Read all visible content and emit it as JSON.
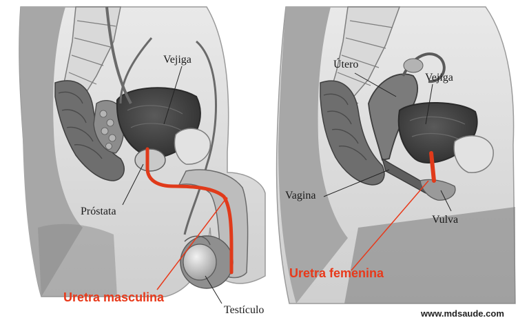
{
  "male": {
    "labels": {
      "bladder": "Vejiga",
      "prostate": "Próstata",
      "testicle": "Testículo"
    },
    "urethra_label": "Uretra masculina"
  },
  "female": {
    "labels": {
      "uterus": "Útero",
      "bladder": "Vejiga",
      "vagina": "Vagina",
      "vulva": "Vulva"
    },
    "urethra_label": "Uretra femenina"
  },
  "watermark": "www.mdsaude.com",
  "colors": {
    "urethra": "#e03a1a",
    "label_red": "#e8391a",
    "leader": "#222222",
    "red_leader": "#e8391a"
  }
}
